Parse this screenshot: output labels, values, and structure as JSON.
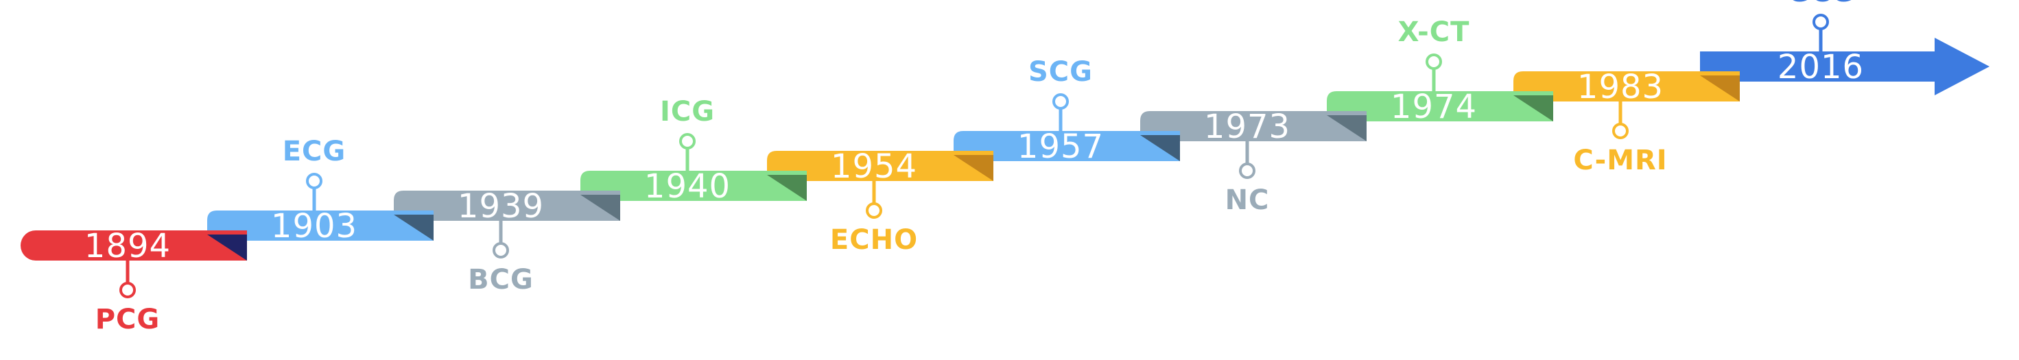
{
  "timeline": {
    "milestones": [
      {
        "year": "1894",
        "label": "PCG",
        "position": "below",
        "color": "#e8383d"
      },
      {
        "year": "1903",
        "label": "ECG",
        "position": "above",
        "color": "#6cb4f5"
      },
      {
        "year": "1939",
        "label": "BCG",
        "position": "below",
        "color": "#9aabb8"
      },
      {
        "year": "1940",
        "label": "ICG",
        "position": "above",
        "color": "#86e08e"
      },
      {
        "year": "1954",
        "label": "ECHO",
        "position": "below",
        "color": "#f9b92a"
      },
      {
        "year": "1957",
        "label": "SCG",
        "position": "above",
        "color": "#6cb4f5"
      },
      {
        "year": "1973",
        "label": "NC",
        "position": "below",
        "color": "#9aabb8"
      },
      {
        "year": "1974",
        "label": "X-CT",
        "position": "above",
        "color": "#86e08e"
      },
      {
        "year": "1983",
        "label": "C-MRI",
        "position": "below",
        "color": "#f9b92a"
      },
      {
        "year": "2016",
        "label": "GCG",
        "position": "above",
        "color": "#3d7be0"
      }
    ]
  }
}
